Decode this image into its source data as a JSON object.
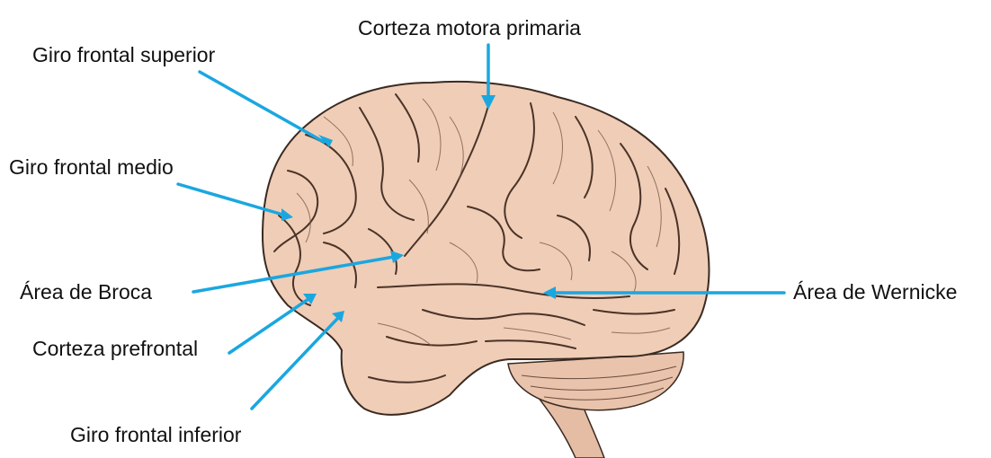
{
  "labels": {
    "corteza_motora_primaria": "Corteza motora primaria",
    "giro_frontal_superior": "Giro frontal superior",
    "giro_frontal_medio": "Giro frontal medio",
    "area_de_broca": "Área de Broca",
    "corteza_prefrontal": "Corteza prefrontal",
    "giro_frontal_inferior": "Giro frontal inferior",
    "area_de_wernicke": "Área de Wernicke"
  },
  "colors": {
    "pointer": "#1aa7e0",
    "brain_fill": "#f0cdb6",
    "brain_stroke": "#3a2a22",
    "cerebellum_fill": "#e9c3ab",
    "stem_fill": "#e4bda4",
    "text": "#111111"
  }
}
